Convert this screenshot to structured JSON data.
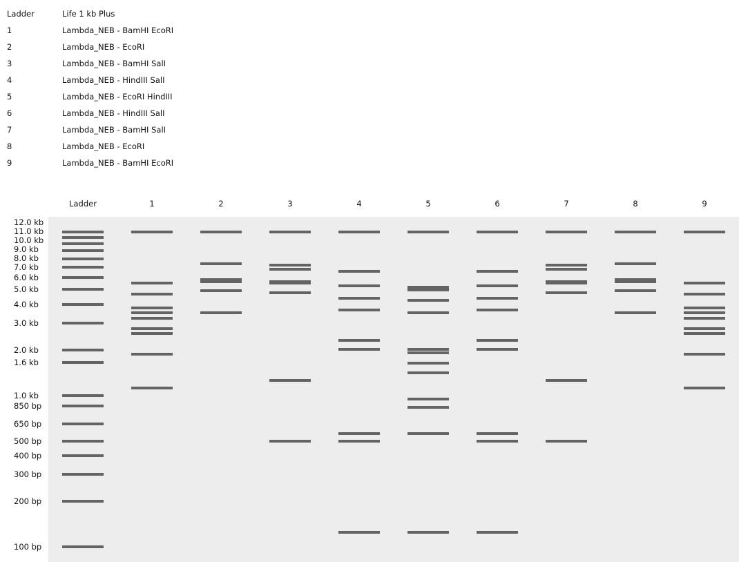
{
  "legend": [
    {
      "id": "Ladder",
      "name": "Life 1 kb Plus"
    },
    {
      "id": "1",
      "name": "Lambda_NEB - BamHI EcoRI"
    },
    {
      "id": "2",
      "name": "Lambda_NEB - EcoRI"
    },
    {
      "id": "3",
      "name": "Lambda_NEB - BamHI SalI"
    },
    {
      "id": "4",
      "name": "Lambda_NEB - HindIII SalI"
    },
    {
      "id": "5",
      "name": "Lambda_NEB - EcoRI HindIII"
    },
    {
      "id": "6",
      "name": "Lambda_NEB - HindIII SalI"
    },
    {
      "id": "7",
      "name": "Lambda_NEB - BamHI SalI"
    },
    {
      "id": "8",
      "name": "Lambda_NEB - EcoRI"
    },
    {
      "id": "9",
      "name": "Lambda_NEB - BamHI EcoRI"
    }
  ],
  "gel": {
    "background": "#ededed",
    "band_color": "#646464",
    "ladder": {
      "sizes_bp": [
        12000,
        11000,
        10000,
        9000,
        8000,
        7000,
        6000,
        5000,
        4000,
        3000,
        2000,
        1600,
        1000,
        850,
        650,
        500,
        400,
        300,
        200,
        100
      ],
      "labels": [
        "12.0 kb",
        "11.0 kb",
        "10.0 kb",
        "9.0 kb",
        "8.0 kb",
        "7.0 kb",
        "6.0 kb",
        "5.0 kb",
        "4.0 kb",
        "3.0 kb",
        "2.0 kb",
        "1.6 kb",
        "1.0 kb",
        "850 bp",
        "650 bp",
        "500 bp",
        "400 bp",
        "300 bp",
        "200 bp",
        "100 bp"
      ]
    },
    "lanes": [
      {
        "label": "Ladder",
        "bands_bp": [
          12000,
          11000,
          10000,
          9000,
          8000,
          7000,
          6000,
          5000,
          4000,
          3000,
          2000,
          1600,
          1000,
          850,
          650,
          500,
          400,
          300,
          200,
          100
        ]
      },
      {
        "label": "1",
        "bands_bp": [
          16841,
          5505,
          4645,
          3790,
          3530,
          3230,
          2760,
          2560,
          1860,
          1115
        ]
      },
      {
        "label": "2",
        "bands_bp": [
          21226,
          7421,
          5804,
          5643,
          4878,
          3530
        ]
      },
      {
        "label": "3",
        "bands_bp": [
          16841,
          7233,
          6770,
          5626,
          5505,
          4740,
          1240,
          500
        ]
      },
      {
        "label": "4",
        "bands_bp": [
          23130,
          6557,
          5270,
          4361,
          3675,
          2322,
          2027,
          564,
          500,
          125
        ]
      },
      {
        "label": "5",
        "bands_bp": [
          21226,
          5148,
          4973,
          4268,
          3530,
          2027,
          1904,
          1584,
          1375,
          947,
          831,
          564,
          125
        ]
      },
      {
        "label": "6",
        "bands_bp": [
          23130,
          6557,
          5270,
          4361,
          3675,
          2322,
          2027,
          564,
          500,
          125
        ]
      },
      {
        "label": "7",
        "bands_bp": [
          16841,
          7233,
          6770,
          5626,
          5505,
          4740,
          1240,
          500
        ]
      },
      {
        "label": "8",
        "bands_bp": [
          21226,
          7421,
          5804,
          5643,
          4878,
          3530
        ]
      },
      {
        "label": "9",
        "bands_bp": [
          16841,
          5505,
          4645,
          3790,
          3530,
          3230,
          2760,
          2560,
          1860,
          1115
        ]
      }
    ]
  }
}
